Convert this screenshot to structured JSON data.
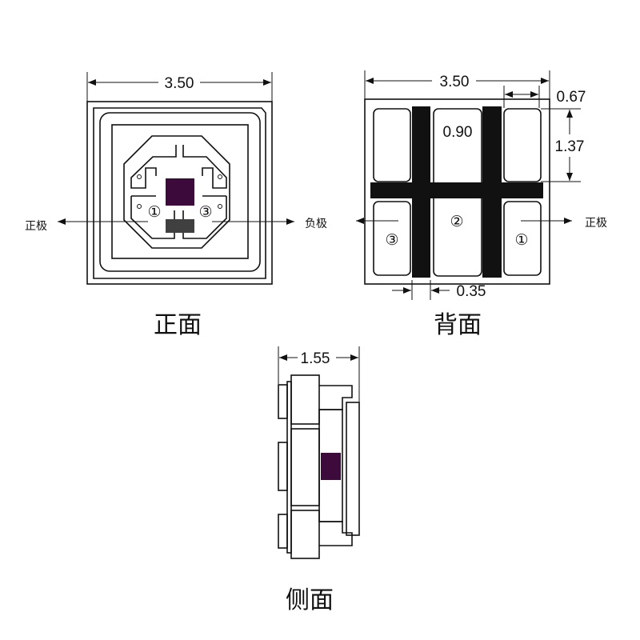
{
  "front_view": {
    "title": "正面",
    "width_dim": "3.50",
    "pin_left": "①",
    "pin_right": "③",
    "label_positive": "正极",
    "label_negative": "负极"
  },
  "back_view": {
    "title": "背面",
    "width_dim": "3.50",
    "pad_width_dim": "0.67",
    "center_pad_dim": "0.90",
    "pad_height_dim": "1.37",
    "bar_width_dim": "0.35",
    "pin_center": "②",
    "pin_left": "③",
    "pin_right": "①",
    "label_positive": "正极"
  },
  "side_view": {
    "title": "侧面",
    "thickness_dim": "1.55"
  },
  "colors": {
    "die": "#3d0a3c",
    "zener": "#404040",
    "line": "#111111"
  }
}
